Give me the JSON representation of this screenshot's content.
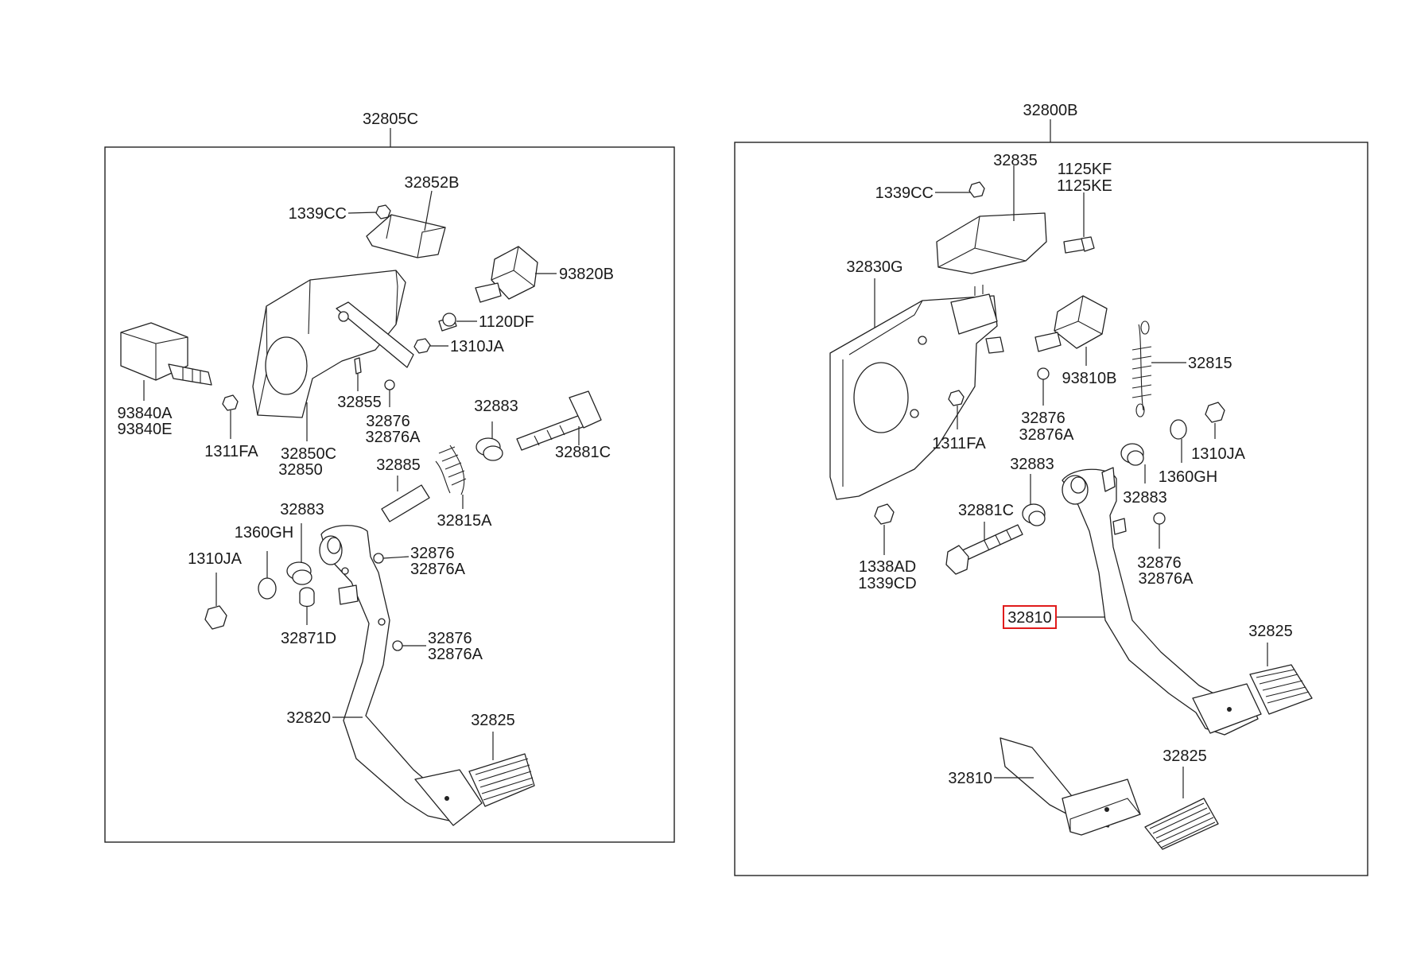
{
  "colors": {
    "line": "#222222",
    "highlight": "#e01b1b",
    "background": "#ffffff"
  },
  "left": {
    "assembly": "32805C",
    "labels": {
      "bracket": "32852B",
      "nut_top": "1339CC",
      "stop_switch": "93820B",
      "bolt_1120": "1120DF",
      "nut_1310_top": "1310JA",
      "switch_a": "93840A",
      "switch_e": "93840E",
      "nut_1311": "1311FA",
      "bracket_asm_c": "32850C",
      "bracket_asm": "32850",
      "part_32855": "32855",
      "bush_32876_a": "32876",
      "bush_32876A_a": "32876A",
      "bush_32883_top": "32883",
      "bolt_32881C": "32881C",
      "pipe_32885": "32885",
      "spring_32815A": "32815A",
      "bush_32883_mid": "32883",
      "washer_1360": "1360GH",
      "nut_1310_mid": "1310JA",
      "bush_32876_b": "32876",
      "bush_32876A_b": "32876A",
      "bush_32871D": "32871D",
      "bush_32876_c": "32876",
      "bush_32876A_c": "32876A",
      "arm_32820": "32820",
      "pad_32825": "32825"
    }
  },
  "right": {
    "assembly": "32800B",
    "labels": {
      "bracket_32835": "32835",
      "nut_1339": "1339CC",
      "bolt_1125KF": "1125KF",
      "bolt_1125KE": "1125KE",
      "member_32830G": "32830G",
      "switch_93810B": "93810B",
      "spring_32815": "32815",
      "bush_32876": "32876",
      "bush_32876A": "32876A",
      "nut_1311FA": "1311FA",
      "nut_1310JA": "1310JA",
      "washer_1360GH": "1360GH",
      "bush_32883_a": "32883",
      "bush_32883_b": "32883",
      "bolt_32881C": "32881C",
      "nut_1338AD": "1338AD",
      "nut_1339CD": "1339CD",
      "bush_32876_b": "32876",
      "bush_32876A_b": "32876A",
      "arm_32810_selected": "32810",
      "pad_32825_a": "32825",
      "arm_32810": "32810",
      "pad_32825_b": "32825"
    }
  }
}
